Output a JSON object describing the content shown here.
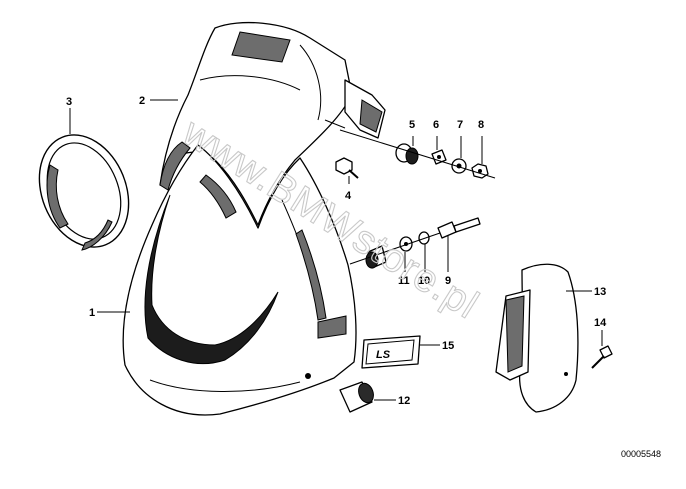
{
  "diagram": {
    "watermark": "www.BMWstore.pl",
    "reference_number": "00005548",
    "callouts": [
      "1",
      "2",
      "3",
      "4",
      "5",
      "6",
      "7",
      "8",
      "9",
      "10",
      "11",
      "12",
      "13",
      "14",
      "15"
    ],
    "badge_text": "LS"
  }
}
